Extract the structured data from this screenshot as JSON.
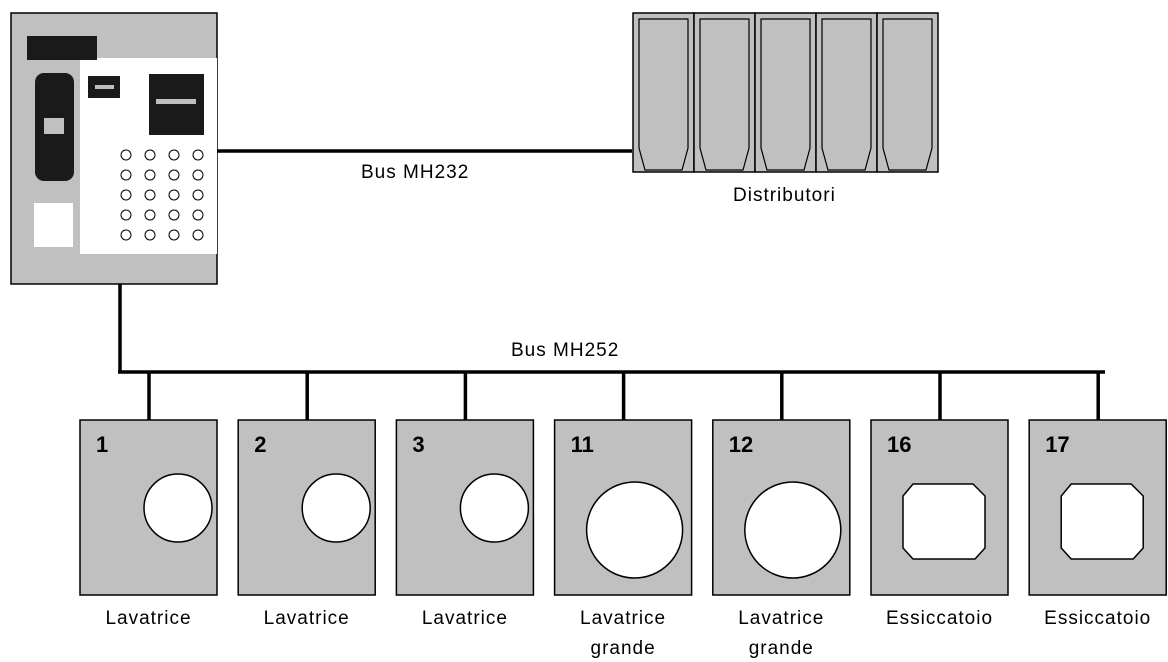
{
  "bus_top": {
    "label": "Bus MH232"
  },
  "bus_bottom": {
    "label": "Bus MH252"
  },
  "distributors": {
    "label": "Distributori",
    "count": 5
  },
  "controller": {
    "keypad_rows": 5,
    "keypad_cols": 4
  },
  "machines": [
    {
      "number": "1",
      "line1": "Lavatrice",
      "line2": "",
      "window": "small-round"
    },
    {
      "number": "2",
      "line1": "Lavatrice",
      "line2": "",
      "window": "small-round"
    },
    {
      "number": "3",
      "line1": "Lavatrice",
      "line2": "",
      "window": "small-round"
    },
    {
      "number": "11",
      "line1": "Lavatrice",
      "line2": "grande",
      "window": "large-round"
    },
    {
      "number": "12",
      "line1": "Lavatrice",
      "line2": "grande",
      "window": "large-round"
    },
    {
      "number": "16",
      "line1": "Essiccatoio",
      "line2": "",
      "window": "square"
    },
    {
      "number": "17",
      "line1": "Essiccatoio",
      "line2": "",
      "window": "square"
    }
  ],
  "colors": {
    "gray": "#c0c0c0",
    "dark": "#1a1a1a",
    "line": "#000000"
  }
}
